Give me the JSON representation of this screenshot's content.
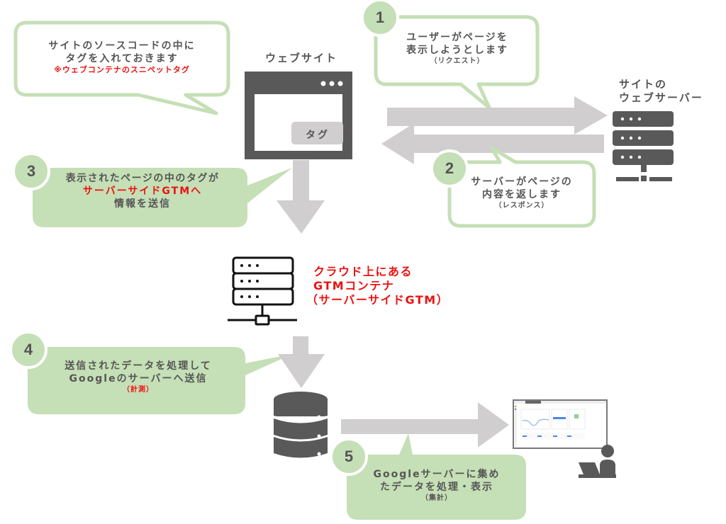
{
  "title": "Server-side GTM data flow",
  "colors": {
    "bubble_green": "#c5dfb6",
    "bubble_border": "#c5dfb6",
    "arrow_gray": "#d0cece",
    "icon_dark": "#595959",
    "accent_red": "#ee1111",
    "text_gray": "#555555"
  },
  "note_bubble": {
    "line1": "サイトのソースコードの中に",
    "line2": "タグを入れておきます",
    "note": "※ウェブコンテナのスニペットタグ"
  },
  "website": {
    "label": "ウェブサイト",
    "tag_label": "タグ"
  },
  "web_server": {
    "label_line1": "サイトの",
    "label_line2": "ウェブサーバー"
  },
  "cloud_gtm": {
    "line1": "クラウド上にある",
    "line2": "GTMコンテナ",
    "line3": "（サーバーサイドGTM）"
  },
  "steps": [
    {
      "number": "1",
      "line1": "ユーザーがページを",
      "line2": "表示しようとします",
      "small": "（リクエスト）"
    },
    {
      "number": "2",
      "line1": "サーバーがページの",
      "line2": "内容を返します",
      "small": "（レスポンス）"
    },
    {
      "number": "3",
      "line1": "表示されたページの中のタグが",
      "line2": "サーバーサイドGTMへ",
      "line3": "情報を送信"
    },
    {
      "number": "4",
      "line1": "送信されたデータを処理して",
      "line2": "Googleのサーバーへ送信",
      "small": "（計測）"
    },
    {
      "number": "5",
      "line1": "Googleサーバーに集め",
      "line2": "たデータを処理・表示",
      "small": "（集計）"
    }
  ]
}
